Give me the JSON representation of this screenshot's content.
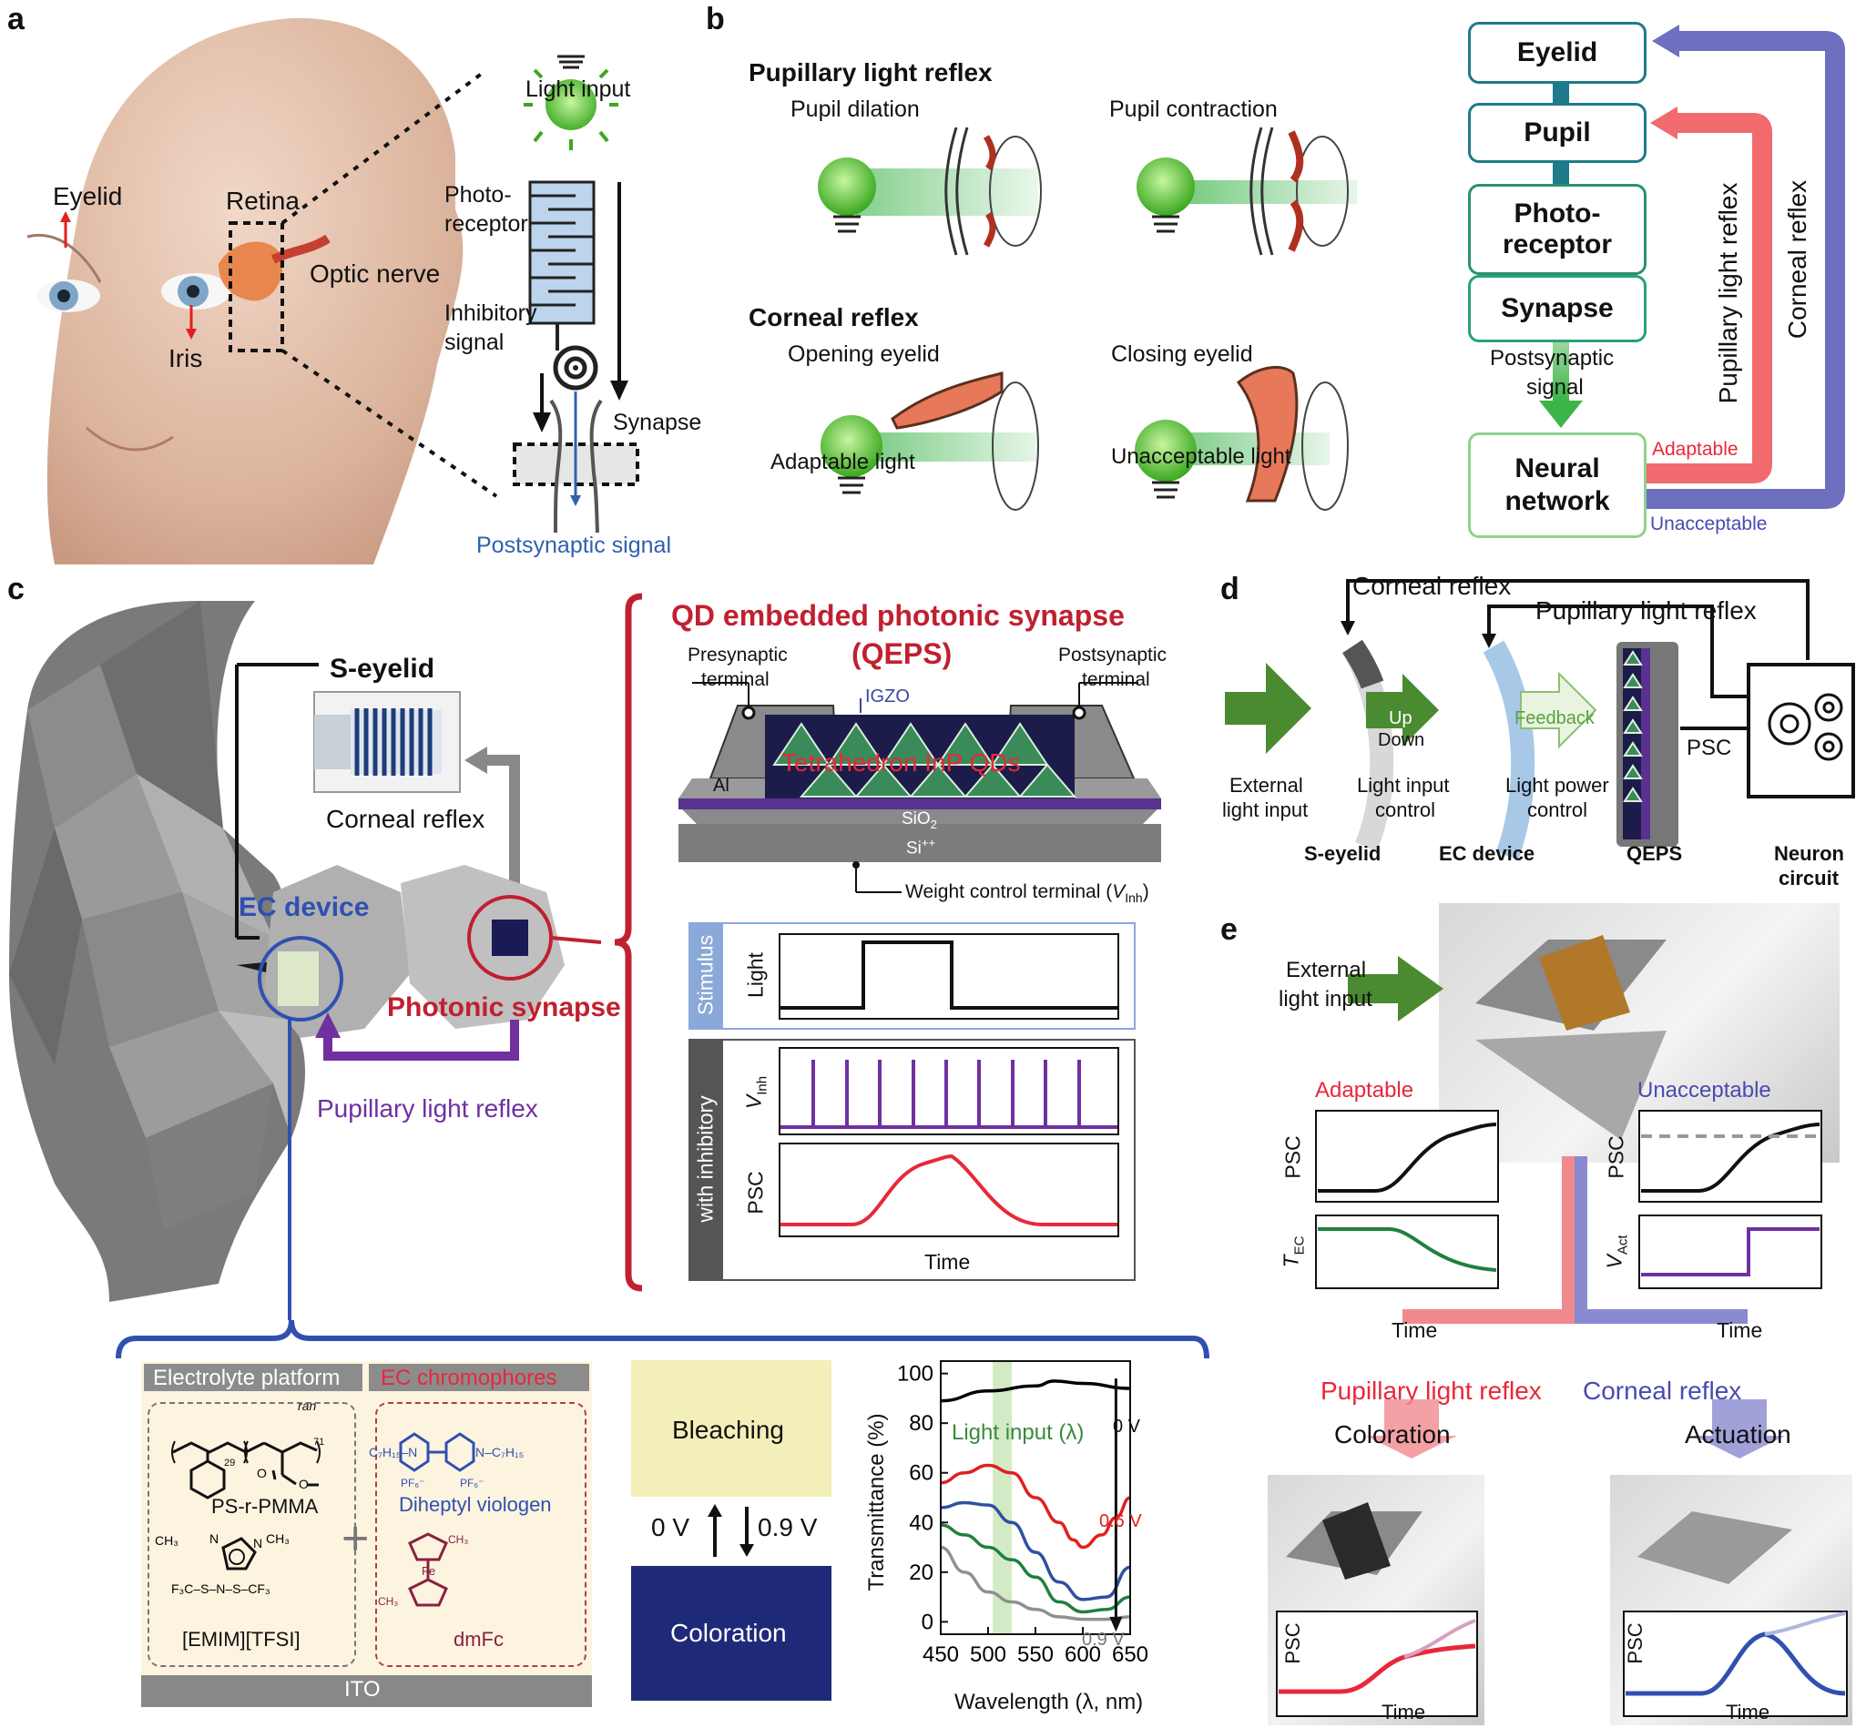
{
  "panels": {
    "a": "a",
    "b": "b",
    "c": "c",
    "d": "d",
    "e": "e"
  },
  "a": {
    "eyelid": "Eyelid",
    "retina": "Retina",
    "optic_nerve": "Optic nerve",
    "iris": "Iris",
    "light_input": "Light input",
    "photoreceptor_1": "Photo-",
    "photoreceptor_2": "receptor",
    "inhibitory_1": "Inhibitory",
    "inhibitory_2": "signal",
    "synapse": "Synapse",
    "postsynaptic": "Postsynaptic signal"
  },
  "b": {
    "plr_title": "Pupillary light reflex",
    "pupil_dilation": "Pupil dilation",
    "pupil_contraction": "Pupil contraction",
    "corneal_title": "Corneal reflex",
    "opening_eyelid": "Opening eyelid",
    "closing_eyelid": "Closing eyelid",
    "adaptable_light": "Adaptable light",
    "unacceptable_light": "Unacceptable light",
    "flow": {
      "eyelid": "Eyelid",
      "pupil": "Pupil",
      "photo_1": "Photo-",
      "photo_2": "receptor",
      "synapse": "Synapse",
      "post_1": "Postsynaptic",
      "post_2": "signal",
      "neural_1": "Neural",
      "neural_2": "network",
      "adaptable": "Adaptable",
      "unacceptable": "Unacceptable",
      "plr_vertical": "Pupillary light reflex",
      "corneal_vertical": "Corneal reflex"
    }
  },
  "c": {
    "s_eyelid": "S-eyelid",
    "corneal_reflex": "Corneal reflex",
    "ec_device": "EC device",
    "photonic_synapse": "Photonic synapse",
    "pupillary_light_reflex": "Pupillary light reflex",
    "qeps_title_1": "QD embedded photonic synapse",
    "qeps_title_2": "(QEPS)",
    "presyn_1": "Presynaptic",
    "presyn_2": "terminal",
    "postsyn_1": "Postsynaptic",
    "postsyn_2": "terminal",
    "igzo": "IGZO",
    "qds": "Tetrahedron InP QDs",
    "al": "Al",
    "sio2": "SiO",
    "sio2_sub": "2",
    "si": "Si",
    "si_sup": "++",
    "weight_control": "Weight control terminal (",
    "weight_v": "V",
    "weight_sub": "Inh",
    "weight_close": ")",
    "stimulus": "Stimulus",
    "light": "Light",
    "with_inhibitory": "with inhibitory",
    "v": "V",
    "inh": "Inh",
    "psc": "PSC",
    "time": "Time",
    "electrolyte_platform": "Electrolyte platform",
    "ec_chromophores": "EC chromophores",
    "ps_pmma": "PS-r-PMMA",
    "emim": "[EMIM][TFSI]",
    "diheptyl": "Diheptyl viologen",
    "dmfc": "dmFc",
    "ito": "ITO",
    "ran": "ran",
    "sub29": "29",
    "sub71": "71",
    "bleaching": "Bleaching",
    "coloration": "Coloration",
    "v0": "0 V",
    "v09": "0.9 V",
    "transmittance": "Transmittance (%)",
    "wavelength": "Wavelength (λ, nm)",
    "light_input_lambda": "Light input (λ)",
    "curve_0v": "0 V",
    "curve_06v": "0.6 V",
    "curve_09v": "0.9 V"
  },
  "d": {
    "corneal_reflex": "Corneal reflex",
    "pupillary_light_reflex": "Pupillary light reflex",
    "up": "Up",
    "down": "Down",
    "feedback": "Feedback",
    "psc": "PSC",
    "external_1": "External",
    "external_2": "light input",
    "light_input_1": "Light input",
    "light_input_2": "control",
    "light_power_1": "Light power",
    "light_power_2": "control",
    "s_eyelid": "S-eyelid",
    "ec_device": "EC device",
    "qeps": "QEPS",
    "neuron_1": "Neuron",
    "neuron_2": "circuit"
  },
  "e": {
    "external_1": "External",
    "external_2": "light input",
    "adaptable": "Adaptable",
    "unacceptable": "Unacceptable",
    "psc": "PSC",
    "t": "T",
    "t_sub": "EC",
    "v": "V",
    "v_sub": "Act",
    "time": "Time",
    "pupillary_light_reflex": "Pupillary light reflex",
    "corneal_reflex": "Corneal reflex",
    "coloration": "Coloration",
    "actuation": "Actuation"
  },
  "chart_data": [
    {
      "type": "line",
      "xlabel": "Wavelength (λ, nm)",
      "ylabel": "Transmittance (%)",
      "xlim": [
        450,
        650
      ],
      "ylim": [
        -5,
        105
      ],
      "xticks": [
        450,
        500,
        550,
        600,
        650
      ],
      "yticks": [
        0,
        20,
        40,
        60,
        80,
        100
      ],
      "series": [
        {
          "name": "0 V",
          "color": "#000000",
          "x": [
            450,
            500,
            550,
            570,
            600,
            650
          ],
          "y": [
            89,
            93,
            95,
            97,
            96,
            94
          ]
        },
        {
          "name": "0.6 V",
          "color": "#e02020",
          "x": [
            450,
            475,
            500,
            525,
            550,
            575,
            590,
            600,
            620,
            635,
            650
          ],
          "y": [
            56,
            60,
            63,
            60,
            50,
            40,
            33,
            30,
            35,
            42,
            50
          ]
        },
        {
          "color": "#3050a0",
          "x": [
            450,
            475,
            500,
            525,
            550,
            575,
            600,
            625,
            650
          ],
          "y": [
            46,
            48,
            47,
            40,
            28,
            16,
            9,
            10,
            22
          ]
        },
        {
          "color": "#208040",
          "x": [
            450,
            475,
            500,
            525,
            550,
            575,
            600,
            625,
            650
          ],
          "y": [
            39,
            35,
            30,
            25,
            18,
            8,
            4,
            5,
            10
          ]
        },
        {
          "name": "0.9 V",
          "color": "#909090",
          "x": [
            450,
            475,
            500,
            525,
            550,
            575,
            600,
            625,
            650
          ],
          "y": [
            30,
            20,
            12,
            8,
            5,
            2,
            1,
            1,
            2
          ]
        }
      ]
    }
  ]
}
